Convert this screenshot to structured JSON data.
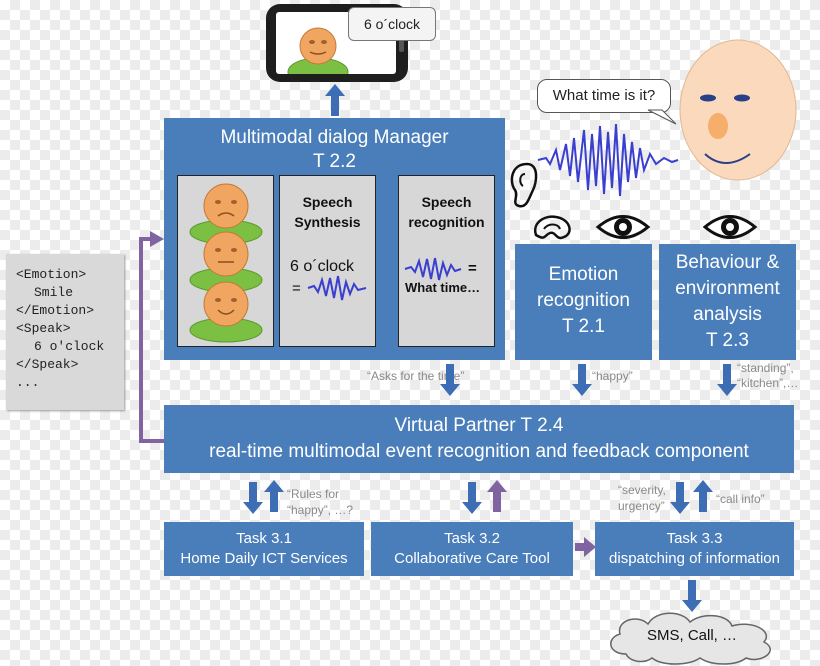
{
  "phone": {
    "bubble_text": "6 o´clock"
  },
  "human": {
    "bubble_text": "What time is it?"
  },
  "manager": {
    "title_line1": "Multimodal dialog  Manager",
    "title_line2": "T 2.2"
  },
  "speech_synthesis": {
    "title_line1": "Speech",
    "title_line2": "Synthesis",
    "text": "6 o´clock",
    "eq": "="
  },
  "speech_recognition": {
    "title_line1": "Speech",
    "title_line2": "recognition",
    "eq": "=",
    "text": "What time…"
  },
  "emotion": {
    "line1": "Emotion",
    "line2": "recognition",
    "line3": "T 2.1"
  },
  "behaviour": {
    "line1": "Behaviour &",
    "line2": "environment",
    "line3": "analysis",
    "line4": "T 2.3"
  },
  "virtual_partner": {
    "line1": "Virtual Partner T 2.4",
    "line2": "real-time multimodal event recognition and feedback component"
  },
  "quotes": {
    "asks": "“Asks for the     time”",
    "happy": "“happy”",
    "standing_1": "“standing”,",
    "standing_2": "“kitchen”,…",
    "rules_1": "“Rules for",
    "rules_2": "“happy”, …?",
    "severity_1": "“severity,",
    "severity_2": "urgency”",
    "callinfo": "“call info”"
  },
  "tasks": {
    "t31_a": "Task 3.1",
    "t31_b": "Home Daily ICT Services",
    "t32_a": "Task 3.2",
    "t32_b": "Collaborative Care Tool",
    "t33_a": "Task 3.3",
    "t33_b": "dispatching of information"
  },
  "cloud": {
    "text": "SMS, Call, …"
  },
  "xml": {
    "l1": "<Emotion>",
    "l2": "Smile",
    "l3": "</Emotion>",
    "l4": "<Speak>",
    "l5": "6 o'clock",
    "l6": "</Speak>",
    "l7": "..."
  },
  "colors": {
    "box_blue": "#4a7ebb",
    "arrow_blue": "#3d6db5",
    "arrow_purple": "#8064a2",
    "inner_grey": "#d7d7d7"
  }
}
